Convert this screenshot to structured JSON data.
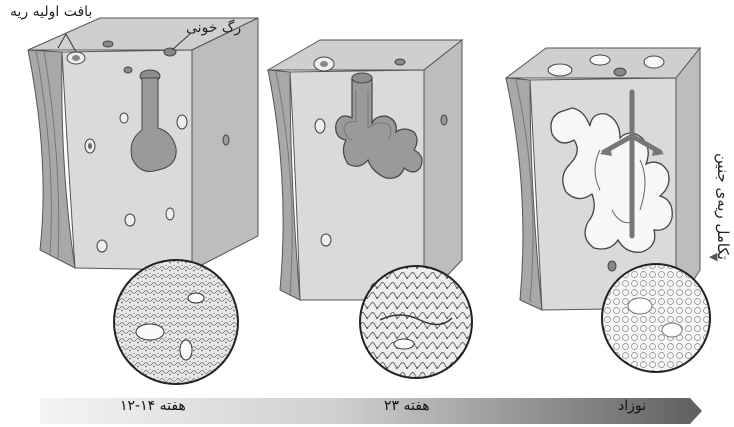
{
  "title": "تکامل ریه‌ی جنین",
  "labels": {
    "primitive_tissue": "بافت اولیه ریه",
    "blood_vessel": "رگ خونی"
  },
  "stages": [
    {
      "label": "هفته ۱۴-۱۲"
    },
    {
      "label": "هفته ۲۳"
    },
    {
      "label": "نوزاد"
    }
  ],
  "colors": {
    "tissue_top": "#cfcfcf",
    "tissue_front": "#d9d9d9",
    "tissue_side": "#a9a9a9",
    "duct_fill": "#9a9a9a",
    "arrow_band_dark": "#6d6d6d",
    "arrow_band_light": "#f0f0f0"
  }
}
